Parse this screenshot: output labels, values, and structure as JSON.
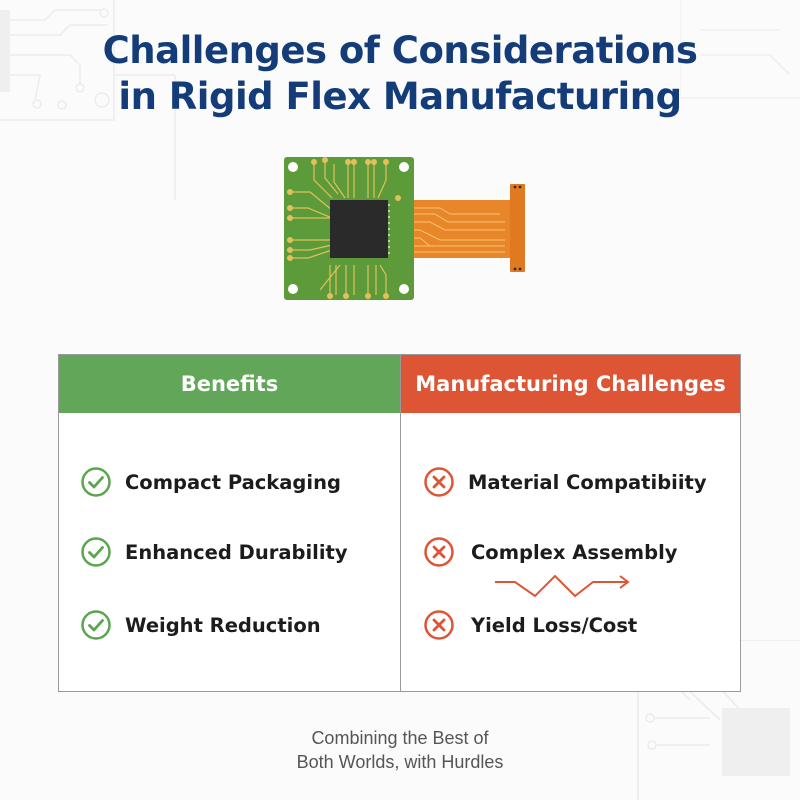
{
  "title": {
    "line1": "Challenges of Considerations",
    "line2": "in Rigid Flex Manufacturing"
  },
  "illustration": {
    "name": "rigid-flex-pcb",
    "rigid_color": "#5c9a3a",
    "flex_color": "#e8872a",
    "chip_color": "#2a2a2a"
  },
  "benefits": {
    "header": "Benefits",
    "color": "#62a65a",
    "items": [
      {
        "label": "Compact Packaging",
        "icon": "check-circle-icon"
      },
      {
        "label": "Enhanced Durability",
        "icon": "check-circle-icon"
      },
      {
        "label": "Weight Reduction",
        "icon": "check-circle-icon"
      }
    ]
  },
  "challenges": {
    "header": "Manufacturing Challenges",
    "color": "#dd5535",
    "items": [
      {
        "label": "Material Compatibiity",
        "icon": "x-circle-icon"
      },
      {
        "label": "Complex Assembly",
        "icon": "x-circle-icon"
      },
      {
        "label": "Yield Loss/Cost",
        "icon": "x-circle-icon"
      }
    ]
  },
  "caption": {
    "line1": "Combining the Best of",
    "line2": "Both Worlds, with Hurdles"
  }
}
